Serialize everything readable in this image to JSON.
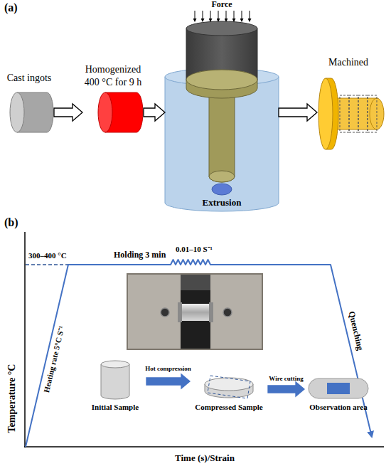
{
  "diagram": {
    "nodes": [
      {
        "text": [
          "Cast ingots"
        ]
      },
      {
        "text": [
          "Homogenized",
          "400 °C for 9 h"
        ]
      },
      {
        "text": [
          "Force",
          "Extrusion"
        ]
      },
      {
        "text": [
          "Machined"
        ]
      },
      {
        "text": [
          "Initial Sample"
        ]
      },
      {
        "text": [
          "Compressed Sample"
        ]
      },
      {
        "text": [
          "Observation area"
        ]
      }
    ],
    "edges": [
      {
        "from": 0,
        "to": 1,
        "arrow": "to"
      },
      {
        "from": 1,
        "to": 2,
        "arrow": "to"
      },
      {
        "from": 2,
        "to": 3,
        "arrow": "to"
      },
      {
        "from": 4,
        "to": 5,
        "label": "Hot compression",
        "arrow": "to"
      },
      {
        "from": 5,
        "to": 6,
        "label": "Wire cutting",
        "arrow": "to"
      }
    ],
    "labels": [
      "(a)",
      "(b)",
      "300–400 °C",
      "Holding 3 min",
      "0.01–10 S⁻¹",
      "Heating rate 5°C S⁻¹",
      "Quenching",
      "Temperature °C",
      "Time (s)/Strain"
    ]
  }
}
